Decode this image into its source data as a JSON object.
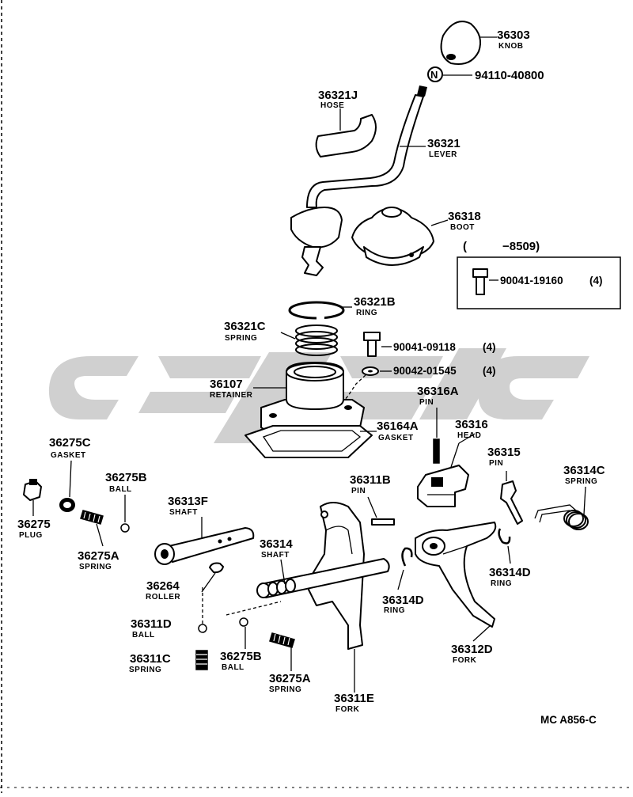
{
  "parts": {
    "knob": {
      "number": "36303",
      "name": "KNOB"
    },
    "nut": {
      "symbol": "N",
      "number": "94110-40800"
    },
    "hose": {
      "number": "36321J",
      "name": "HOSE"
    },
    "lever": {
      "number": "36321",
      "name": "LEVER"
    },
    "boot": {
      "number": "36318",
      "name": "BOOT"
    },
    "ring": {
      "number": "36321B",
      "name": "RING"
    },
    "spring": {
      "number": "36321C",
      "name": "SPRING"
    },
    "retainer": {
      "number": "36107",
      "name": "RETAINER"
    },
    "gasket_main": {
      "number": "36164A",
      "name": "GASKET"
    },
    "bolt_a": {
      "number": "90041-09118",
      "qty": "(4)"
    },
    "washer": {
      "number": "90042-01545",
      "qty": "(4)"
    },
    "pin_a": {
      "number": "36316A",
      "name": "PIN"
    },
    "head": {
      "number": "36316",
      "name": "HEAD"
    },
    "pin_b": {
      "number": "36315",
      "name": "PIN"
    },
    "spring_c": {
      "number": "36314C",
      "name": "SPRING"
    },
    "gasket_c": {
      "number": "36275C",
      "name": "GASKET"
    },
    "ball_b_top": {
      "number": "36275B",
      "name": "BALL"
    },
    "plug": {
      "number": "36275",
      "name": "PLUG"
    },
    "spring_a_top": {
      "number": "36275A",
      "name": "SPRING"
    },
    "shaft_f": {
      "number": "36313F",
      "name": "SHAFT"
    },
    "pin_c": {
      "number": "36311B",
      "name": "PIN"
    },
    "shaft": {
      "number": "36314",
      "name": "SHAFT"
    },
    "roller": {
      "number": "36264",
      "name": "ROLLER"
    },
    "ring_d_left": {
      "number": "36314D",
      "name": "RING"
    },
    "ring_d_right": {
      "number": "36314D",
      "name": "RING"
    },
    "ball_d": {
      "number": "36311D",
      "name": "BALL"
    },
    "spring_sc": {
      "number": "36311C",
      "name": "SPRING"
    },
    "ball_b_bot": {
      "number": "36275B",
      "name": "BALL"
    },
    "spring_a_bot": {
      "number": "36275A",
      "name": "SPRING"
    },
    "fork_d": {
      "number": "36312D",
      "name": "FORK"
    },
    "fork_e": {
      "number": "36311E",
      "name": "FORK"
    }
  },
  "inset": {
    "range_open": "(",
    "range_value": "−8509)",
    "bolt": {
      "number": "90041-19160",
      "qty": "(4)"
    }
  },
  "diagram_code": "MC A856-C"
}
